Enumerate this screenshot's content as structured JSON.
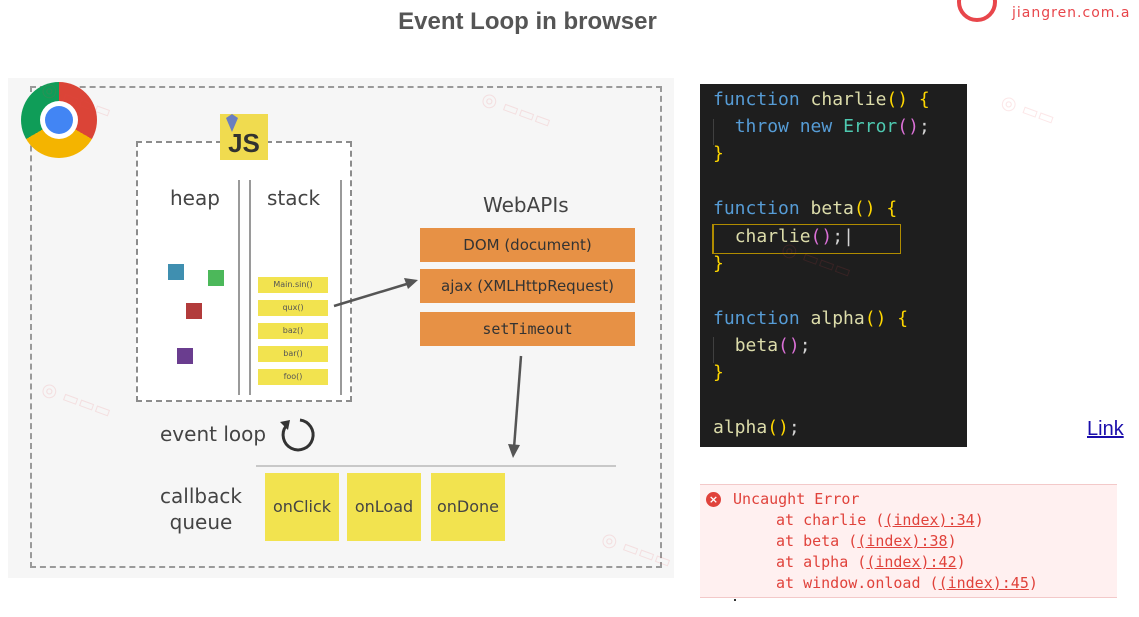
{
  "header": {
    "title": "Event Loop in browser",
    "logo_text": "jiangren.com.a"
  },
  "diagram": {
    "badge": "JS",
    "heap_label": "heap",
    "stack_label": "stack",
    "stack_frames": [
      "Main.sin()",
      "qux()",
      "baz()",
      "bar()",
      "foo()"
    ],
    "webapis_label": "WebAPIs",
    "webapis": [
      {
        "label": "DOM (document)"
      },
      {
        "label": "ajax (XMLHttpRequest)"
      },
      {
        "label": "setTimeout"
      }
    ],
    "event_loop_label": "event loop",
    "callback_queue_label": "callback\nqueue",
    "callbacks": [
      "onClick",
      "onLoad",
      "onDone"
    ],
    "heap_colors": [
      "#3f8fb0",
      "#4cb85a",
      "#b23b3b",
      "#6a3d8f"
    ]
  },
  "code": {
    "lines": [
      "function charlie() {",
      "  throw new Error();",
      "}",
      "",
      "function beta() {",
      "  charlie();",
      "}",
      "",
      "function alpha() {",
      "  beta();",
      "}",
      "",
      "alpha();"
    ]
  },
  "link_label": "Link",
  "error": {
    "title": "Uncaught Error",
    "frames": [
      {
        "prefix": "at charlie (",
        "link": "(index):34",
        "suffix": ")"
      },
      {
        "prefix": "at beta (",
        "link": "(index):38",
        "suffix": ")"
      },
      {
        "prefix": "at alpha (",
        "link": "(index):42",
        "suffix": ")"
      },
      {
        "prefix": "at window.onload (",
        "link": "(index):45",
        "suffix": ")"
      }
    ]
  },
  "colors": {
    "webapi": "#e79145",
    "callback": "#f2e34f",
    "error_text": "#e0423b",
    "error_bg": "#fff0f0",
    "code_bg": "#1e1e1e",
    "brand": "#e8464b"
  }
}
